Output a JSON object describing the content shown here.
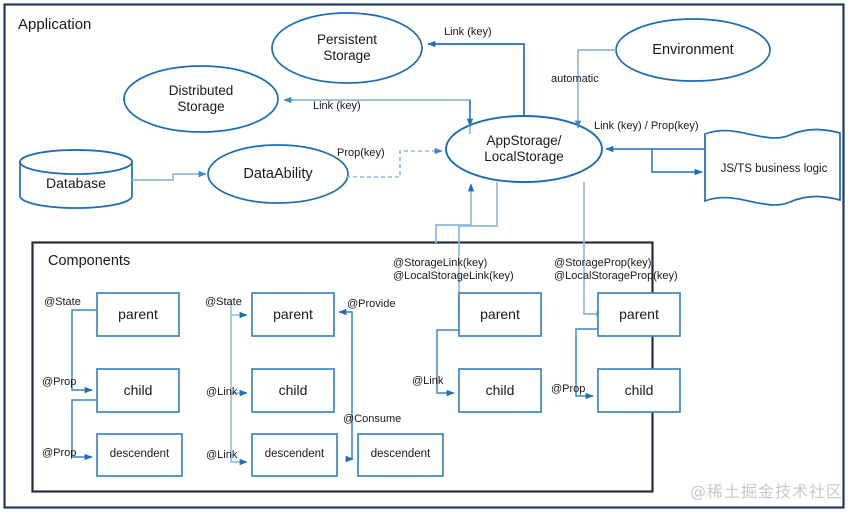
{
  "diagram": {
    "title": "Application",
    "outer_border_color": "#1f3864",
    "shape_stroke": "#1B6CB3",
    "arrow_dark": "#1F6FB5",
    "arrow_light": "#8FB9DC",
    "text_color": "#1a1a1a",
    "watermark": "@稀土掘金技术社区"
  },
  "groups": {
    "application_label": "Application",
    "components_label": "Components"
  },
  "nodes": {
    "persistent_storage": "Persistent\nStorage",
    "distributed_storage": "Distributed\nStorage",
    "environment": "Environment",
    "database": "Database",
    "data_ability": "DataAbility",
    "app_storage": "AppStorage/\nLocalStorage",
    "business_logic": "JS/TS business logic"
  },
  "edge_labels": {
    "link_key_persistent": "Link (key)",
    "link_key_distributed": "Link (key)",
    "automatic": "automatic",
    "link_prop_key": "Link (key) / Prop(key)",
    "prop_key_dataability": "Prop(key)",
    "storage_link": "@StorageLink(key)\n@LocalStorageLink(key)",
    "storage_prop": "@StorageProp(key)\n@LocalStorageProp(key)"
  },
  "components": {
    "columns": [
      {
        "name": "state-prop-column",
        "boxes": [
          {
            "label": "parent"
          },
          {
            "label": "child"
          },
          {
            "label": "descendent"
          }
        ],
        "edges": [
          "@State",
          "@Prop",
          "@Prop"
        ]
      },
      {
        "name": "state-link-column",
        "boxes": [
          {
            "label": "parent"
          },
          {
            "label": "child"
          },
          {
            "label": "descendent"
          }
        ],
        "edges": [
          "@State",
          "@Link",
          "@Link"
        ]
      },
      {
        "name": "provide-consume-column",
        "boxes": [
          {
            "label": "descendent"
          }
        ],
        "edges": [
          "@Provide",
          "@Consume"
        ]
      },
      {
        "name": "storage-link-column",
        "boxes": [
          {
            "label": "parent"
          },
          {
            "label": "child"
          }
        ],
        "edges": [
          "@Link"
        ]
      },
      {
        "name": "storage-prop-column",
        "boxes": [
          {
            "label": "parent"
          },
          {
            "label": "child"
          }
        ],
        "edges": [
          "@Prop"
        ]
      }
    ]
  },
  "chart_data": {
    "type": "diagram",
    "title": "HarmonyOS ArkUI state management data flow",
    "entities": [
      "Application",
      "Persistent Storage",
      "Distributed Storage",
      "Environment",
      "Database",
      "DataAbility",
      "AppStorage/LocalStorage",
      "JS/TS business logic",
      "Components"
    ],
    "edges": [
      {
        "from": "AppStorage/LocalStorage",
        "to": "Persistent Storage",
        "label": "Link (key)"
      },
      {
        "from": "AppStorage/LocalStorage",
        "to": "Distributed Storage",
        "label": "Link (key)"
      },
      {
        "from": "Environment",
        "to": "AppStorage/LocalStorage",
        "label": "automatic"
      },
      {
        "from": "JS/TS business logic",
        "to": "AppStorage/LocalStorage",
        "label": "Link (key) / Prop(key)"
      },
      {
        "from": "AppStorage/LocalStorage",
        "to": "JS/TS business logic",
        "label": ""
      },
      {
        "from": "Database",
        "to": "DataAbility",
        "label": ""
      },
      {
        "from": "DataAbility",
        "to": "AppStorage/LocalStorage",
        "label": "Prop(key)",
        "style": "dashed"
      },
      {
        "from": "AppStorage/LocalStorage",
        "to": "parent (col4)",
        "label": "@StorageLink(key) / @LocalStorageLink(key)"
      },
      {
        "from": "AppStorage/LocalStorage",
        "to": "parent (col5)",
        "label": "@StorageProp(key) / @LocalStorageProp(key)"
      },
      {
        "from": "Components",
        "to": "AppStorage/LocalStorage",
        "label": ""
      },
      {
        "from": "parent",
        "to": "child",
        "label": "@Prop"
      },
      {
        "from": "child",
        "to": "descendent",
        "label": "@Prop"
      },
      {
        "from": "parent",
        "to": "child",
        "label": "@Link"
      },
      {
        "from": "parent",
        "to": "descendent",
        "label": "@Link"
      },
      {
        "from": "descendent",
        "to": "parent",
        "label": "@Provide"
      },
      {
        "from": "parent",
        "to": "descendent",
        "label": "@Consume"
      }
    ]
  }
}
